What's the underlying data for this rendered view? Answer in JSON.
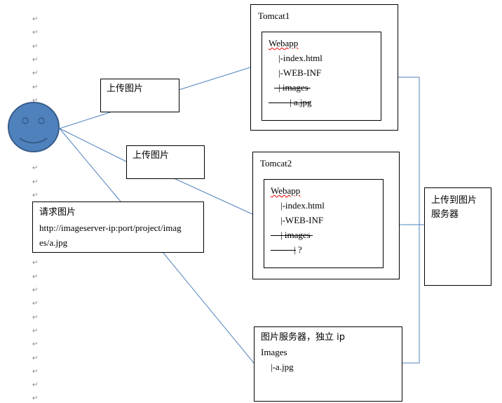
{
  "user_icon": "smiley-face",
  "upload1": {
    "label": "上传图片"
  },
  "upload2": {
    "label": "上传图片"
  },
  "request": {
    "label": "请求图片",
    "url_line1": "http://imageserver-ip:port/project/imag",
    "url_line2": "es/a.jpg"
  },
  "tomcat1": {
    "title": "Tomcat1",
    "tree": [
      "Webapp",
      "|-index.html",
      "|-WEB-INF",
      "| images",
      "| a.jpg"
    ]
  },
  "tomcat2": {
    "title": "Tomcat2",
    "tree": [
      "Webapp",
      "|-index.html",
      "|-WEB-INF",
      "| images",
      "| ?"
    ]
  },
  "upload_to_server": {
    "line1": "上传到图片",
    "line2": "服务器"
  },
  "image_server": {
    "title": "图片服务器，独立 ip",
    "folder": "Images",
    "file": "|-a.jpg"
  },
  "return_mark": "↵",
  "colors": {
    "connector": "#4f81bd",
    "smiley_fill": "#4f81bd",
    "smiley_stroke": "#385d8a"
  }
}
